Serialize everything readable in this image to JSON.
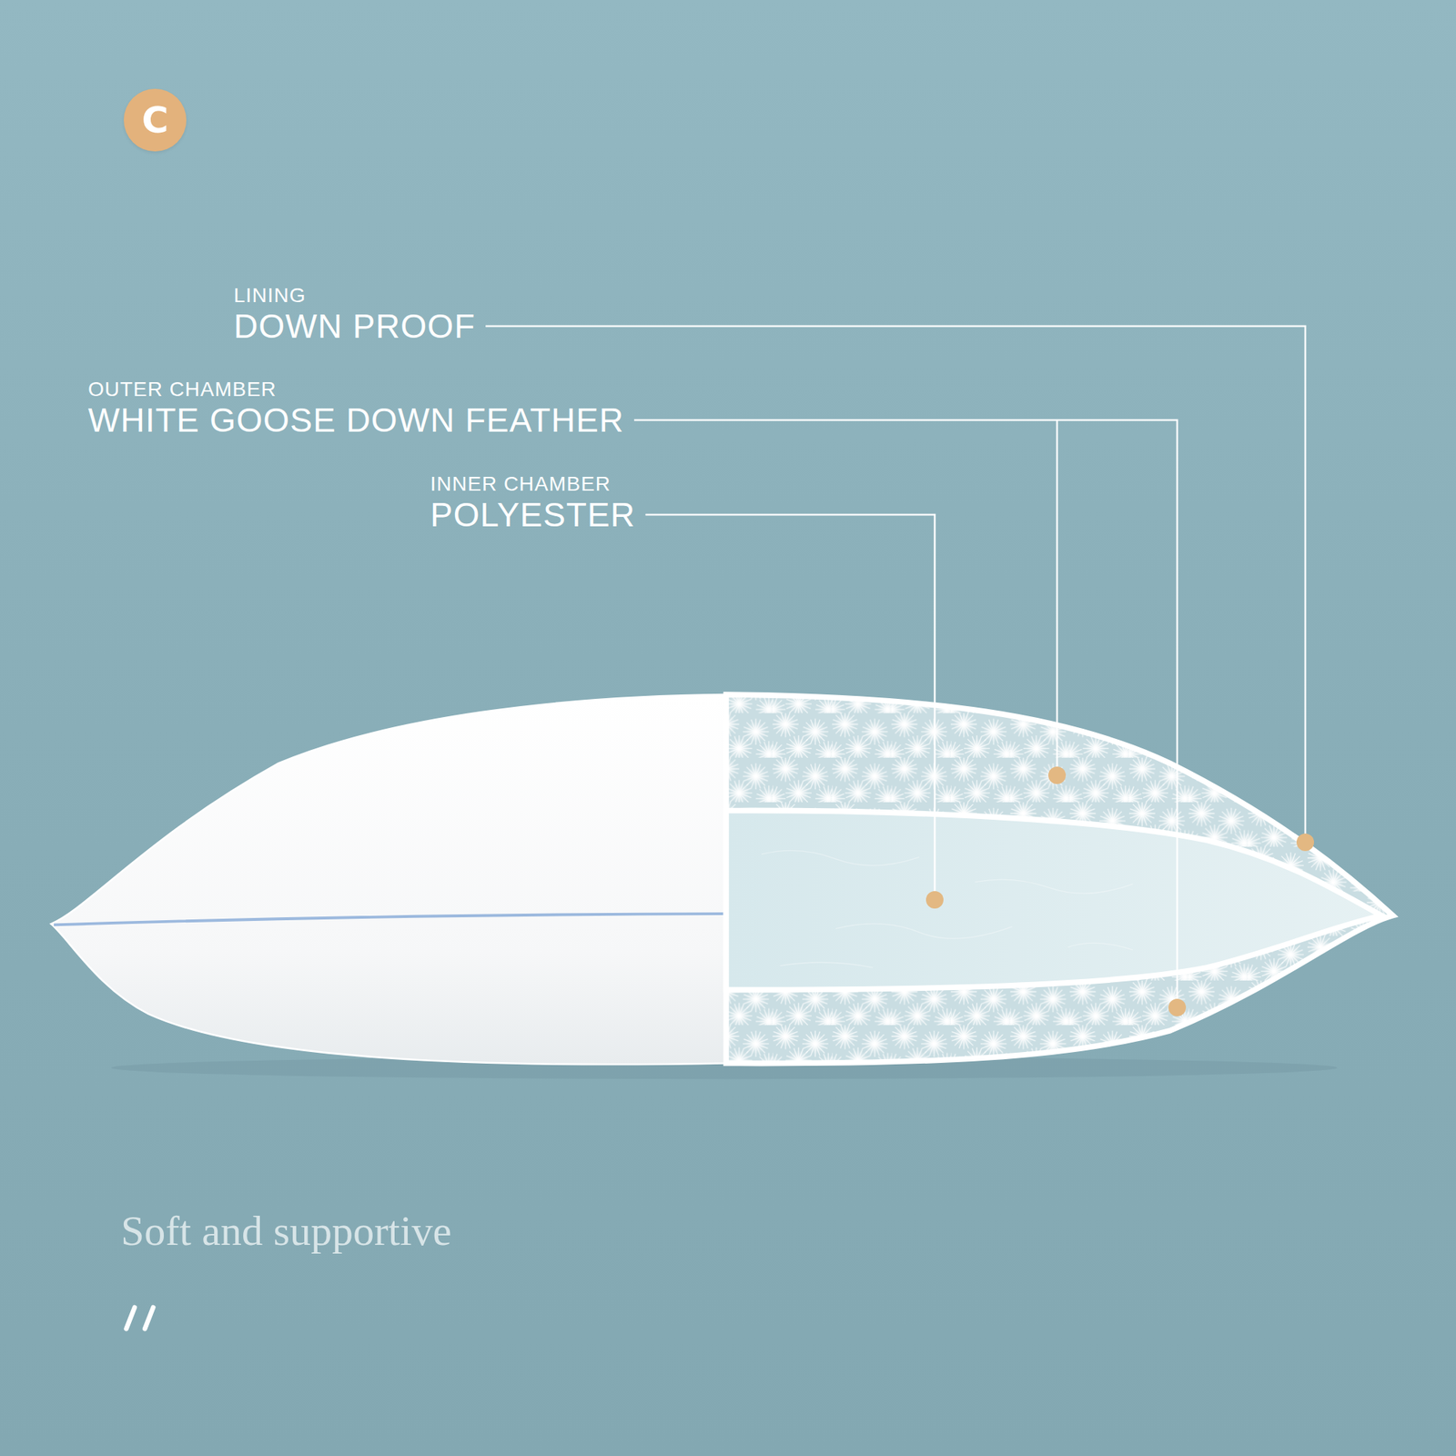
{
  "diagram": {
    "caption": "Soft and supportive",
    "nodes": [
      {
        "text": [
          "C"
        ]
      }
    ],
    "labels": [
      "LINING",
      "DOWN PROOF",
      "OUTER CHAMBER",
      "WHITE GOOSE DOWN FEATHER",
      "INNER CHAMBER",
      "POLYESTER"
    ]
  }
}
